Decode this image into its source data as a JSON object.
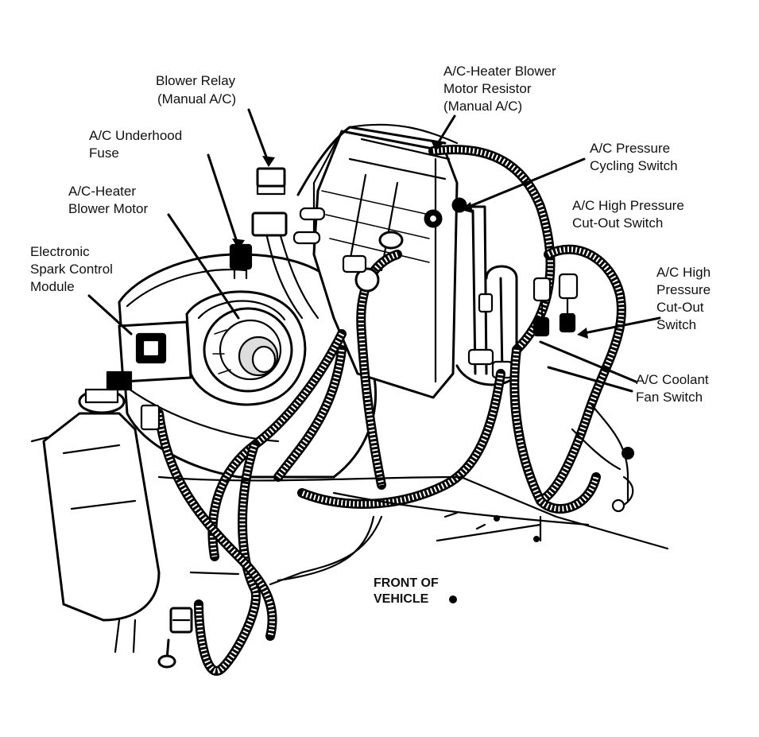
{
  "labels": {
    "blower_relay": [
      "Blower Relay",
      "(Manual A/C)"
    ],
    "underhood_fuse": [
      "A/C Underhood",
      "Fuse"
    ],
    "blower_motor": [
      "A/C-Heater",
      "Blower Motor"
    ],
    "spark_control": [
      "Electronic",
      "Spark Control",
      "Module"
    ],
    "motor_resistor": [
      "A/C-Heater Blower",
      "Motor Resistor",
      "(Manual A/C)"
    ],
    "pressure_cycling": [
      "A/C Pressure",
      "Cycling Switch"
    ],
    "high_pressure_1": [
      "A/C High Pressure",
      "Cut-Out Switch"
    ],
    "high_pressure_2": [
      "A/C High",
      "Pressure",
      "Cut-Out",
      "Switch"
    ],
    "coolant_fan": [
      "A/C Coolant",
      "Fan Switch"
    ],
    "front_of_vehicle": [
      "FRONT OF",
      "VEHICLE"
    ]
  }
}
